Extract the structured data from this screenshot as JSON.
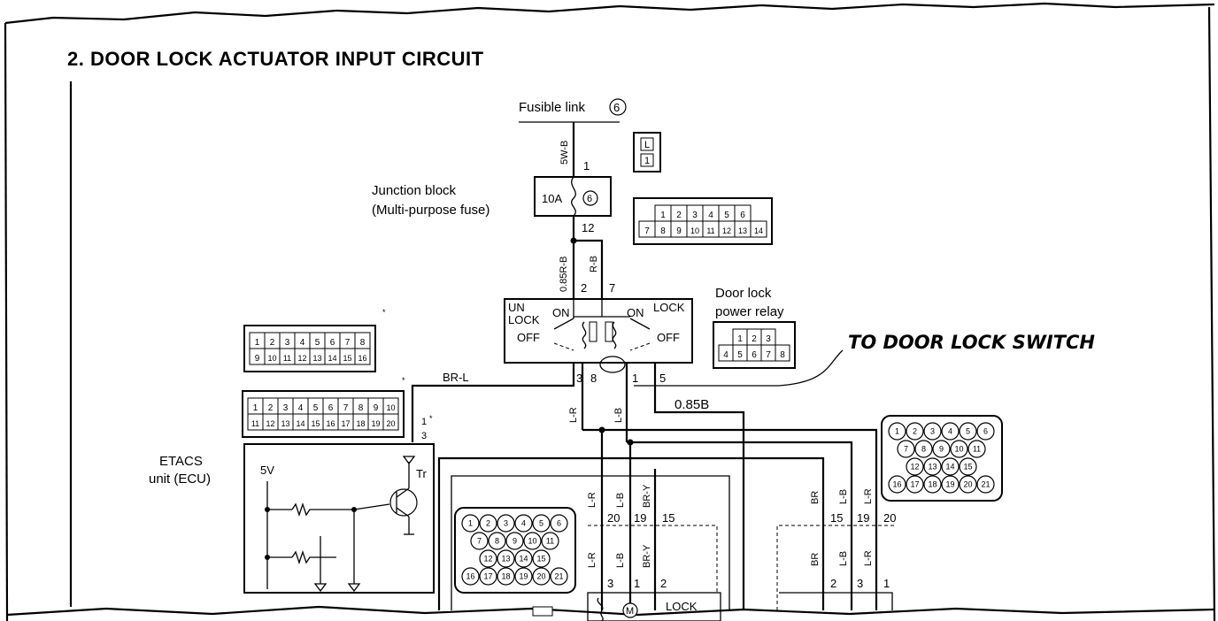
{
  "diagram": {
    "title": "2.  DOOR LOCK ACTUATOR INPUT CIRCUIT",
    "fusible_link": {
      "label": "Fusible link",
      "number": "6"
    },
    "junction_block": {
      "line1": "Junction block",
      "line2": "(Multi-purpose fuse)",
      "fuse_rating": "10A",
      "fuse_number": "6"
    },
    "wires": {
      "w5wb": "5W-B",
      "w085r": "0.85R-B",
      "wrb": "R-B",
      "wbrl": "BR-L",
      "wlr": "L-R",
      "wlb": "L-B",
      "w085b": "0.85B",
      "wbr": "BR",
      "wbry": "BR-Y"
    },
    "pins": {
      "p1": "1",
      "p2": "2",
      "p3": "3",
      "p5": "5",
      "p7": "7",
      "p8": "8",
      "p12": "12",
      "p15": "15",
      "p19": "19",
      "p20": "20"
    },
    "relay": {
      "label_line1": "Door lock",
      "label_line2": "power relay",
      "unlock_top": "UN",
      "unlock_bottom": "LOCK",
      "on": "ON",
      "off": "OFF",
      "lock": "LOCK"
    },
    "etacs": {
      "line1": "ETACS",
      "line2": "unit (ECU)",
      "voltage": "5V",
      "transistor": "Tr"
    },
    "annotation": "TO DOOR LOCK SWITCH",
    "markers": {
      "m1": "1",
      "m3": "3",
      "star": "*"
    },
    "actuator": {
      "motor": "M",
      "lock_label": "LOCK"
    },
    "connector_small": [
      "L",
      "1"
    ],
    "connector_14": {
      "top": [
        "1",
        "2",
        "3",
        "4",
        "5",
        "6"
      ],
      "bottom": [
        "7",
        "8",
        "9",
        "10",
        "11",
        "12",
        "13",
        "14"
      ]
    },
    "connector_16": {
      "top": [
        "1",
        "2",
        "3",
        "4",
        "5",
        "6",
        "7",
        "8"
      ],
      "bottom": [
        "9",
        "10",
        "11",
        "12",
        "13",
        "14",
        "15",
        "16"
      ]
    },
    "connector_20": {
      "top": [
        "1",
        "2",
        "3",
        "4",
        "5",
        "6",
        "7",
        "8",
        "9",
        "10"
      ],
      "bottom": [
        "11",
        "12",
        "13",
        "14",
        "15",
        "16",
        "17",
        "18",
        "19",
        "20"
      ]
    },
    "connector_8": {
      "top": [
        "1",
        "2",
        "3"
      ],
      "bottom": [
        "4",
        "5",
        "6",
        "7",
        "8"
      ]
    },
    "connector_21": {
      "rows": [
        [
          "1",
          "2",
          "3",
          "4",
          "5",
          "6"
        ],
        [
          "7",
          "8",
          "9",
          "10",
          "11"
        ],
        [
          "12",
          "13",
          "14",
          "15"
        ],
        [
          "16",
          "17",
          "18",
          "19",
          "20",
          "21"
        ]
      ]
    }
  }
}
